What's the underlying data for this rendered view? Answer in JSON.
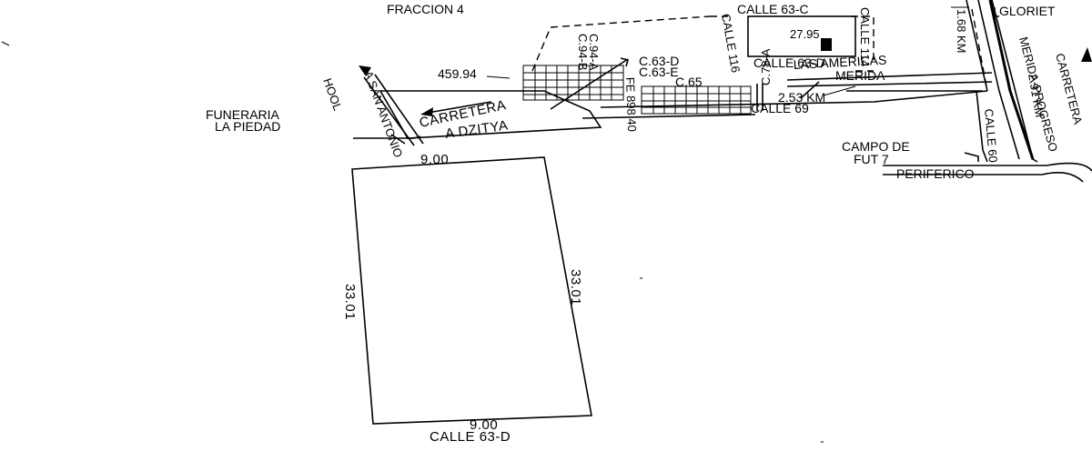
{
  "labels": {
    "fraccion": "FRACCION 4",
    "calle_63c": "CALLE 63-C",
    "calle_114": "CALLE 114",
    "calle_116": "CALLE 116",
    "glorieta": "GLORIET",
    "lot_value": "27.95",
    "calle_63d_top": "CALLE 63-D",
    "las_americas": "LAS AMERICAS",
    "merida": "MERIDA",
    "dist_168": "1.68 KM",
    "carretera_right": "CARRETERA",
    "merida_progreso": "MERIDA-PROGRESO",
    "dist_291": "2.91 KM",
    "c94a": "C.94-A",
    "c94b": "C.94-B",
    "c63d_small": "C.63-D",
    "c63e_small": "C.63-E",
    "value_45994": "459.94",
    "c65": "C.65",
    "c784": "C.78-A",
    "dist_253": "2.53 KM",
    "calle_69": "CALLE 69",
    "calle_60": "CALLE 60",
    "a_san_antonio": "A SAN ANTONIO",
    "hool": "HOOL",
    "funeraria_1": "FUNERARIA",
    "funeraria_2": "LA PIEDAD",
    "carretera_box_1": "CARRETERA",
    "carretera_box_2": "A DZITYA",
    "campo_1": "CAMPO DE",
    "campo_2": "FUT 7",
    "periferico": "PERIFERICO",
    "dim_top": "9.00",
    "dim_bottom": "9.00",
    "dim_left": "33.01",
    "dim_right": "33.01",
    "calle_63d_bottom": "CALLE 63-D"
  }
}
